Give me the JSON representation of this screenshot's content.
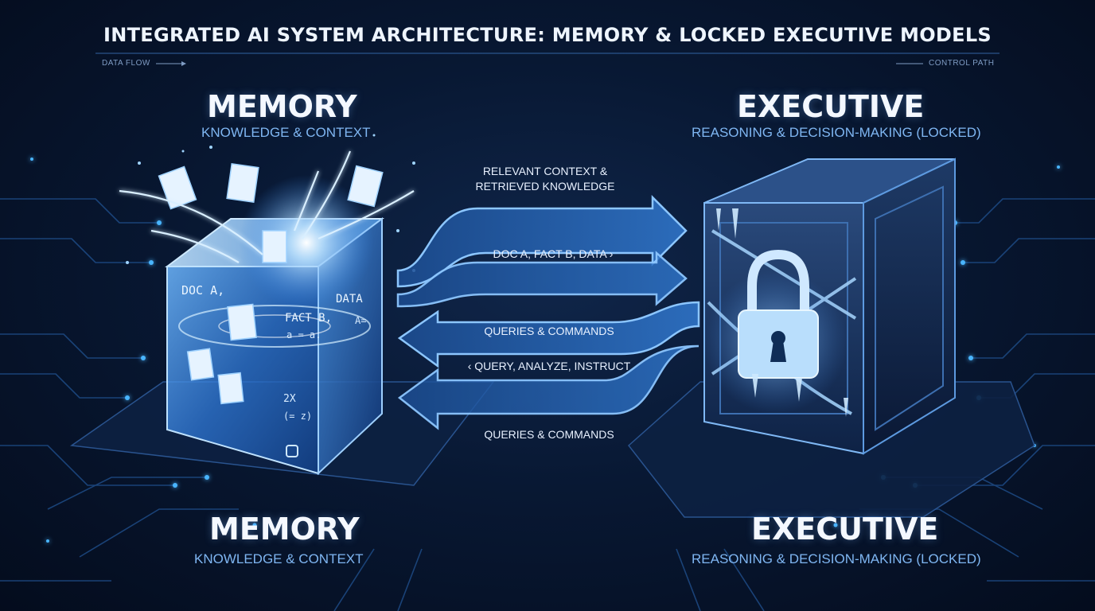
{
  "title": "INTEGRATED AI SYSTEM ARCHITECTURE: MEMORY & LOCKED EXECUTIVE MODELS",
  "legend": {
    "left": "DATA FLOW",
    "right": "CONTROL PATH"
  },
  "memory": {
    "heading": "MEMORY",
    "subheading": "KNOWLEDGE & CONTEXT",
    "cube_labels": {
      "doc": "DOC A,",
      "fact": "FACT B,",
      "data": "DATA",
      "eq1": "a = a.",
      "eq2": "2X",
      "eq3": "(= z)",
      "a_eq": "A="
    }
  },
  "executive": {
    "heading": "EXECUTIVE",
    "subheading": "REASONING & DECISION-MAKING (LOCKED)"
  },
  "flows": {
    "top_label_line1": "RELEVANT CONTEXT &",
    "top_label_line2": "RETRIEVED KNOWLEDGE",
    "top_inner": "DOC A, FACT B, DATA  ›",
    "mid_label": "QUERIES & COMMANDS",
    "bottom_inner": "‹  QUERY, ANALYZE, INSTRUCT",
    "bottom_label": "QUERIES & COMMANDS"
  },
  "footer": {
    "memory_heading": "MEMORY",
    "memory_subheading": "KNOWLEDGE & CONTEXT",
    "executive_heading": "EXECUTIVE",
    "executive_subheading": "REASONING & DECISION-MAKING (LOCKED)"
  },
  "colors": {
    "accent": "#4da3ff",
    "glow": "#9fd2ff",
    "bg": "#081833"
  }
}
